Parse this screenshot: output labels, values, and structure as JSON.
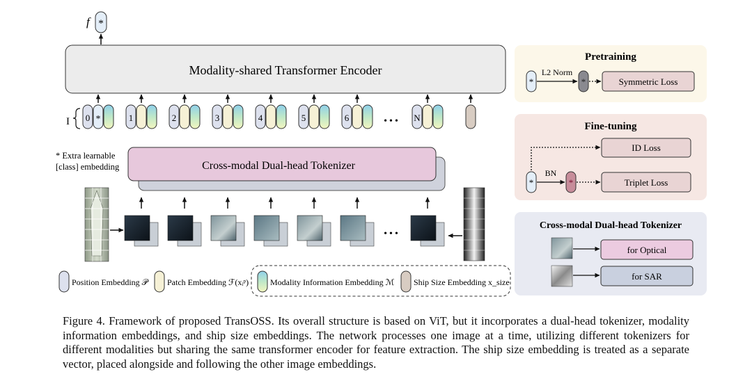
{
  "encoder": {
    "label": "Modality-shared Transformer Encoder",
    "output_symbol": "f"
  },
  "tokenizer": {
    "label": "Cross-modal Dual-head Tokenizer"
  },
  "tokens": {
    "row_symbol": "I",
    "indices": [
      "0",
      "1",
      "2",
      "3",
      "4",
      "5",
      "6",
      "N"
    ],
    "ellipsis": "•••",
    "class_marker": "*"
  },
  "class_note": [
    "* Extra learnable",
    "[class] embedding"
  ],
  "legend": {
    "position": "Position Embedding 𝒫",
    "patch": "Patch Embedding ℱ(xᵢᵖ)",
    "modality": "Modality Information Embedding ℳ",
    "ship_size": "Ship Size Embedding x_size"
  },
  "pretraining": {
    "title": "Pretraining",
    "norm_label": "L2 Norm",
    "loss": "Symmetric Loss"
  },
  "finetuning": {
    "title": "Fine-tuning",
    "bn_label": "BN",
    "id_loss": "ID Loss",
    "triplet_loss": "Triplet Loss"
  },
  "cdt_panel": {
    "title": "Cross-modal Dual-head Tokenizer",
    "optical": "for Optical",
    "sar": "for SAR"
  },
  "colors": {
    "encoder_fill": "#ececec",
    "tokenizer_fill": "#e7c8dc",
    "tokenizer_back": "#cfd2dc",
    "position_fill": "#dde1ee",
    "patch_fill": "#f6f1d6",
    "class_fill": "#e4eef8",
    "size_fill": "#d8ccc2",
    "pretrain_bg": "#fcf7e9",
    "finetune_bg": "#f6e7e3",
    "cdt_bg": "#e8eaf2",
    "loss_fill": "#e9d4d4",
    "optical_fill": "#eccbe0",
    "sar_fill": "#c9d0df"
  },
  "caption": "Figure 4.  Framework of proposed TransOSS. Its overall structure is based on ViT, but it incorporates a dual-head tokenizer, modality information embeddings, and ship size embeddings. The network processes one image at a time, utilizing different tokenizers for different modalities but sharing the same transformer encoder for feature extraction. The ship size embedding is treated as a separate vector, placed alongside and following the other image embeddings."
}
